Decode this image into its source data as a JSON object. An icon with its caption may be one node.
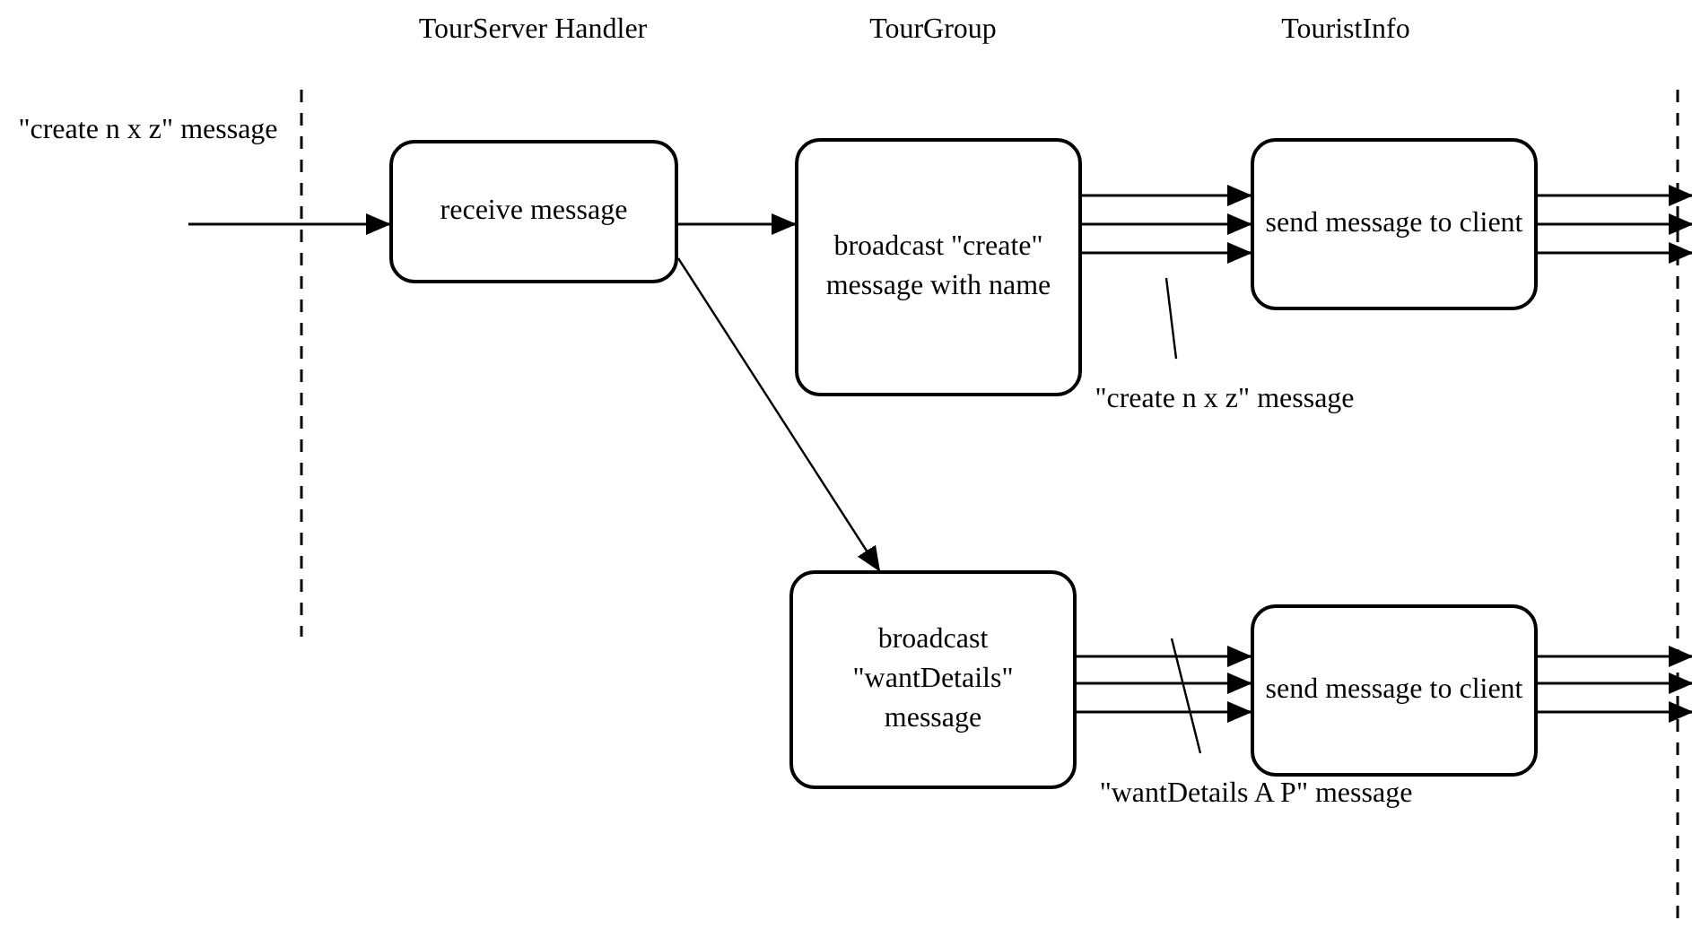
{
  "diagram": {
    "nodes": [
      {
        "text": [
          "receive message"
        ]
      },
      {
        "text": [
          "broadcast \"create\" message with name"
        ]
      },
      {
        "text": [
          "send message to client"
        ]
      },
      {
        "text": [
          "broadcast \"wantDetails\" message"
        ]
      },
      {
        "text": [
          "send message to client"
        ]
      },
      {
        "text": [
          "\"create n x z\" message"
        ]
      },
      {
        "text": [
          "\"wantDetails A P\" message"
        ]
      }
    ],
    "edges": [
      {
        "from": null,
        "to": 0,
        "arrow": "to",
        "label": "\"create n x z\" message"
      },
      {
        "from": 0,
        "to": 1,
        "arrow": "to"
      },
      {
        "from": 0,
        "to": 3,
        "arrow": "to"
      },
      {
        "from": 1,
        "to": 2,
        "arrow": "to"
      },
      {
        "from": 1,
        "to": 2,
        "arrow": "to"
      },
      {
        "from": 1,
        "to": 2,
        "arrow": "to"
      },
      {
        "from": 2,
        "to": null,
        "arrow": "to"
      },
      {
        "from": 2,
        "to": null,
        "arrow": "to"
      },
      {
        "from": 2,
        "to": null,
        "arrow": "to"
      },
      {
        "from": 3,
        "to": 4,
        "arrow": "to"
      },
      {
        "from": 3,
        "to": 4,
        "arrow": "to"
      },
      {
        "from": 3,
        "to": 4,
        "arrow": "to"
      },
      {
        "from": 4,
        "to": null,
        "arrow": "to"
      },
      {
        "from": 4,
        "to": null,
        "arrow": "to"
      },
      {
        "from": 4,
        "to": null,
        "arrow": "to"
      },
      {
        "from": 5,
        "to": null,
        "arrow": "none"
      },
      {
        "from": 6,
        "to": null,
        "arrow": "none"
      }
    ],
    "labels": [
      "TourServer Handler",
      "TourGroup",
      "TouristInfo"
    ]
  }
}
